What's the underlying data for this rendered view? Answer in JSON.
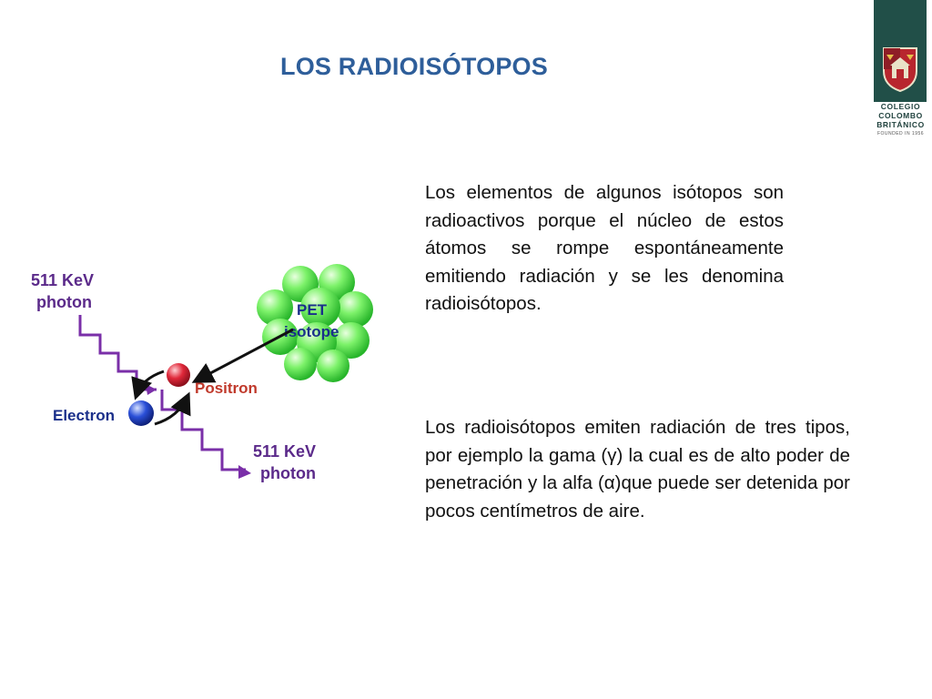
{
  "slide": {
    "title": "LOS RADIOISÓTOPOS",
    "paragraph_1": "Los elementos de algunos isótopos son radioactivos porque el núcleo de estos átomos se rompe espontáneamente emitiendo radiación y se les denomina radioisótopos.",
    "paragraph_2": "Los radioisótopos emiten radiación de tres tipos, por ejemplo la gama (γ) la cual es de alto poder de penetración y la alfa (α)que puede ser detenida por pocos centímetros de aire."
  },
  "logo": {
    "line_1": "COLEGIO",
    "line_2": "COLOMBO",
    "line_3": "BRITÁNICO",
    "founded": "FOUNDED IN 1956"
  },
  "diagram": {
    "photon_top_energy": "511 KeV",
    "photon_top_label": "photon",
    "photon_bottom_energy": "511 KeV",
    "photon_bottom_label": "photon",
    "isotope_line_1": "PET",
    "isotope_line_2": "isotope",
    "positron_label": "Positron",
    "electron_label": "Electron",
    "colors": {
      "title": "#2e5e9a",
      "photon_text": "#5b2a8a",
      "label_text": "#1a2f8a",
      "positron_label": "#c0392b",
      "nucleus": "#66ee55",
      "positron": "#e0283a",
      "electron": "#2a4fd8",
      "wave": "#7a2fa8"
    }
  }
}
